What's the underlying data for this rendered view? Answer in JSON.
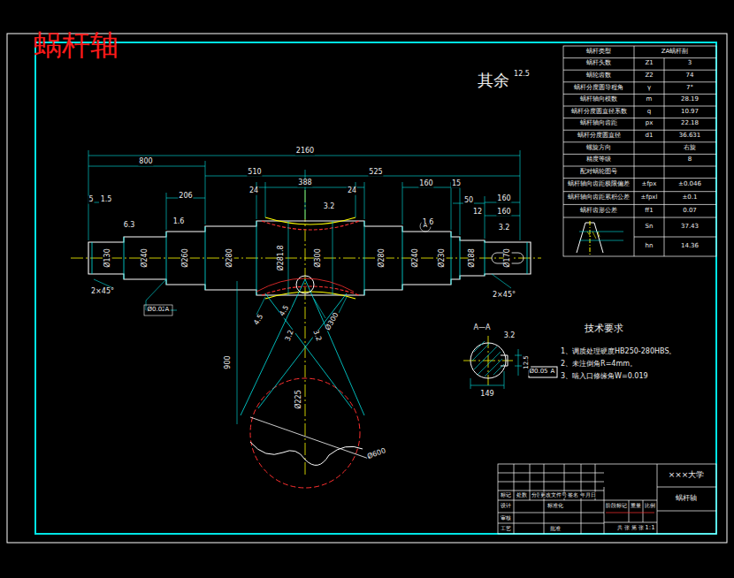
{
  "diagram": {
    "title": "蜗杆轴",
    "labels": [
      "其余",
      "12.5",
      "2160",
      "800",
      "510",
      "525",
      "206",
      "24",
      "388",
      "24",
      "160",
      "15",
      "50",
      "12",
      "160",
      "160",
      "5",
      "1.5",
      "6.3",
      "1.6",
      "3.2",
      "1.6",
      "3.2",
      "Ø130",
      "Ø240",
      "Ø260",
      "Ø280",
      "Ø281.8",
      "Ø300",
      "Ø280",
      "Ø240",
      "Ø230",
      "Ø188",
      "Ø170",
      "2×45°",
      "2×45°",
      "Ø0.02",
      "A",
      "A",
      "4.5",
      "4.5",
      "3.2",
      "3.2",
      "Ø300",
      "900",
      "Ø225",
      "Ø600",
      "A—A",
      "3.2",
      "149",
      "12.5",
      "Ø0.05",
      "A",
      "技术要求",
      "1、调质处理硬度HB250-280HBS。",
      "2、未注倒角R=4mm。",
      "3、啮入口修缘角W=0.019",
      "×××大学",
      "蜗杆轴",
      "1:1",
      "标记",
      "处数",
      "分区",
      "更改文件号",
      "签名",
      "年月日",
      "设计",
      "标准化",
      "阶段标记",
      "重量",
      "比例",
      "审核",
      "工艺",
      "批准",
      "共 张 第 张",
      "蜗杆类型",
      "ZA蜗杆副",
      "蜗杆头数",
      "Z1",
      "3",
      "蜗轮齿数",
      "Z2",
      "74",
      "蜗杆分度圆导程角",
      "γ",
      "7°",
      "蜗杆轴向模数",
      "m",
      "28.19",
      "蜗杆分度圆直径系数",
      "q",
      "10.97",
      "蜗杆轴向齿距",
      "px",
      "22.18",
      "蜗杆分度圆直径",
      "d1",
      "36.631",
      "螺旋方向",
      "右旋",
      "精度等级",
      "8",
      "配对蜗轮图号",
      "蜗杆轴向齿距极限偏差",
      "±fpx",
      "±0.046",
      "蜗杆轴向齿距累积公差",
      "±fpxl",
      "±0.1",
      "蜗杆齿形公差",
      "ff1",
      "0.07",
      "Sn",
      "37.43",
      "hn",
      "14.36"
    ]
  }
}
